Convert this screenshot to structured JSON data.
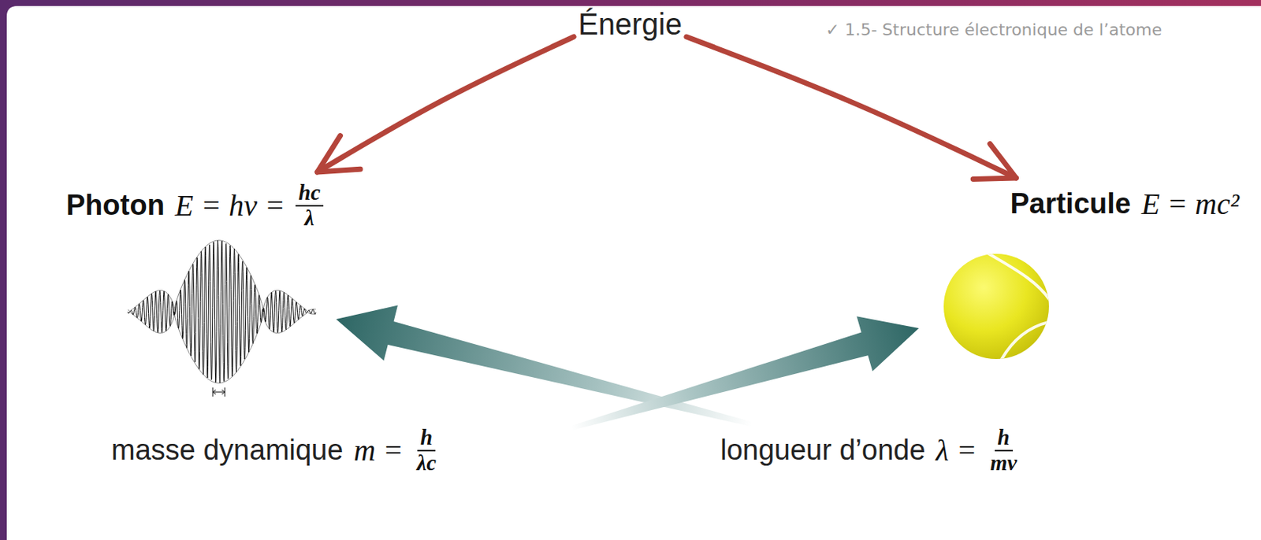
{
  "diagram": {
    "nodes": [
      {
        "text": [
          "Énergie"
        ]
      },
      {
        "text": [
          "Photon",
          "E = hν =",
          "hc",
          "λ"
        ]
      },
      {
        "text": [
          "Particule",
          "E = mc²"
        ]
      }
    ],
    "edges": [
      {
        "from": 0,
        "to": 1,
        "arrow": "to"
      },
      {
        "from": 0,
        "to": 2,
        "arrow": "to"
      }
    ],
    "labels": [
      "✓ 1.5- Structure électronique de l’atome",
      "masse dynamique",
      "m =",
      "h",
      "λc",
      "longueur d’onde",
      "λ =",
      "h",
      "mv"
    ]
  }
}
